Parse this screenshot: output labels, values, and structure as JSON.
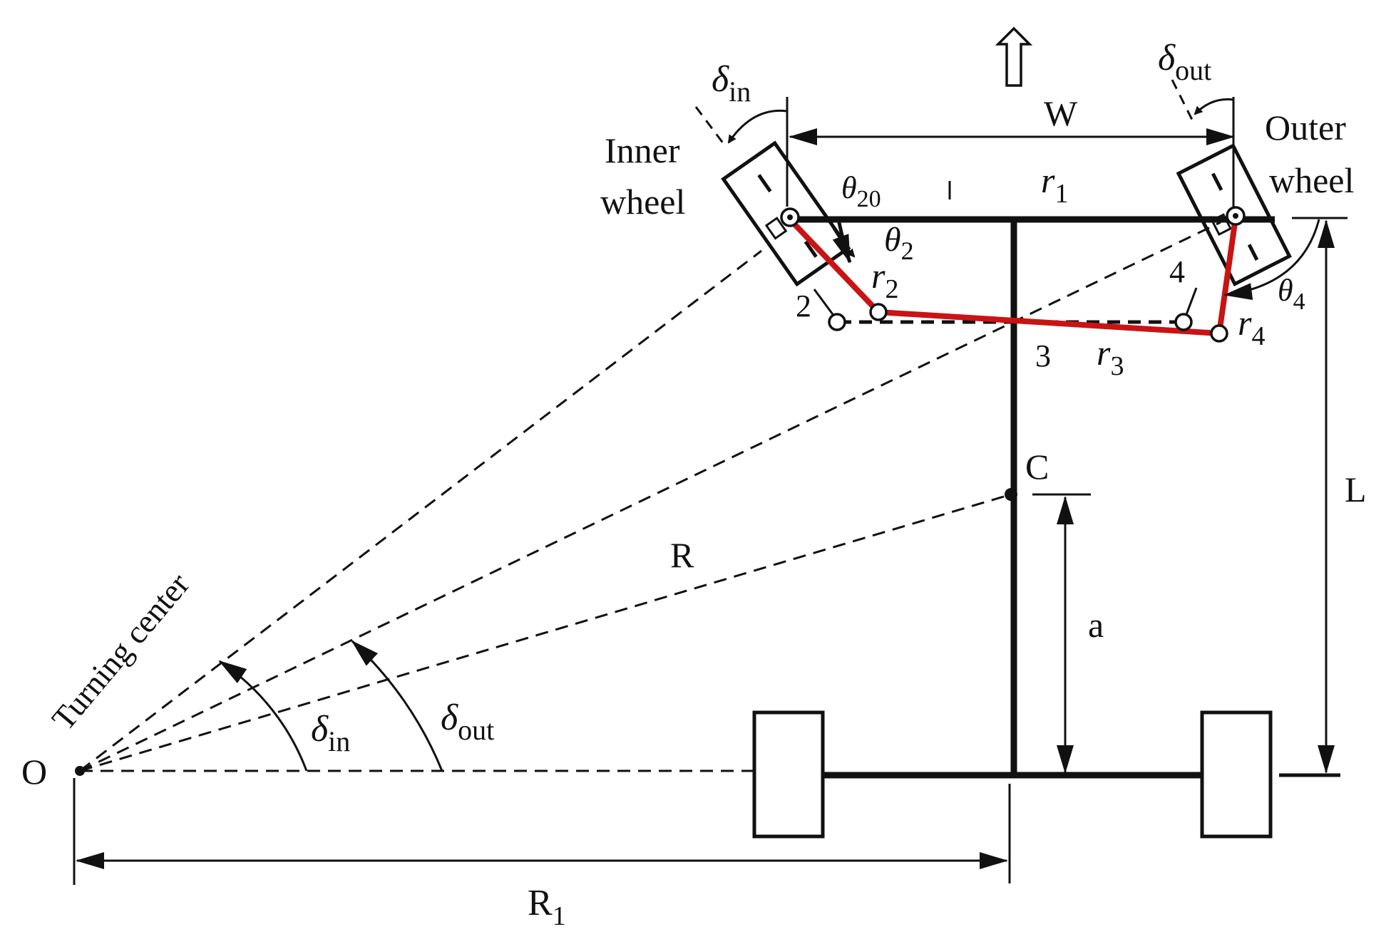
{
  "labels": {
    "inner_wheel_line1": "Inner",
    "inner_wheel_line2": "wheel",
    "outer_wheel_line1": "Outer",
    "outer_wheel_line2": "wheel",
    "turning_center": "Turning center",
    "origin": "O",
    "point_c": "C",
    "track_width": "W",
    "wheelbase": "L",
    "rear_to_cg": "a",
    "radius_r": "R",
    "radius_r1_base": "R",
    "radius_r1_sub": "1",
    "delta": "δ",
    "sub_in": "in",
    "sub_out": "out",
    "theta": "θ",
    "sub_20": "20",
    "r": "r",
    "sub_1": "1",
    "sub_2": "2",
    "sub_3": "3",
    "sub_4": "4",
    "joint_2": "2",
    "joint_3": "3",
    "joint_4": "4"
  },
  "colors": {
    "linkage": "#c81414",
    "ink": "#111111",
    "background": "#ffffff"
  },
  "icons": {
    "forward_direction": "up-arrow-outline-icon"
  }
}
